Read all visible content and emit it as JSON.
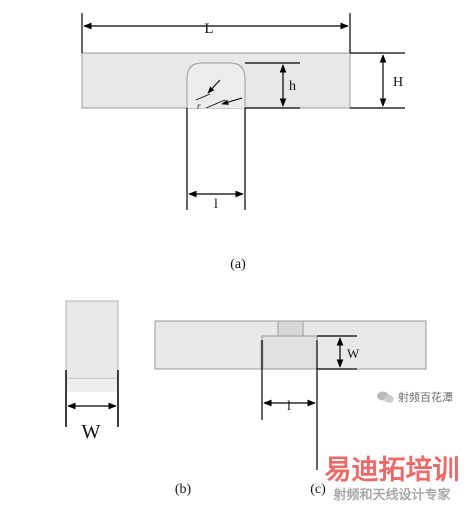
{
  "figure": {
    "dimension_labels": {
      "L": "L",
      "H": "H",
      "h": "h",
      "l_top": "l",
      "W_side": "W",
      "W_front": "W",
      "l_front": "l",
      "r": "r"
    },
    "captions": {
      "a": "(a)",
      "b": "(b)",
      "c": "(c)"
    }
  },
  "watermark": {
    "channel": "射频百花潭",
    "brand": "易迪拓培训",
    "tagline": "射频和天线设计专家"
  },
  "colors": {
    "fill": "#e8e8e8",
    "edge": "#9a9a9a",
    "line": "#000000",
    "watermark_red": "#e3322f",
    "watermark_grey": "#a0a0a0"
  }
}
